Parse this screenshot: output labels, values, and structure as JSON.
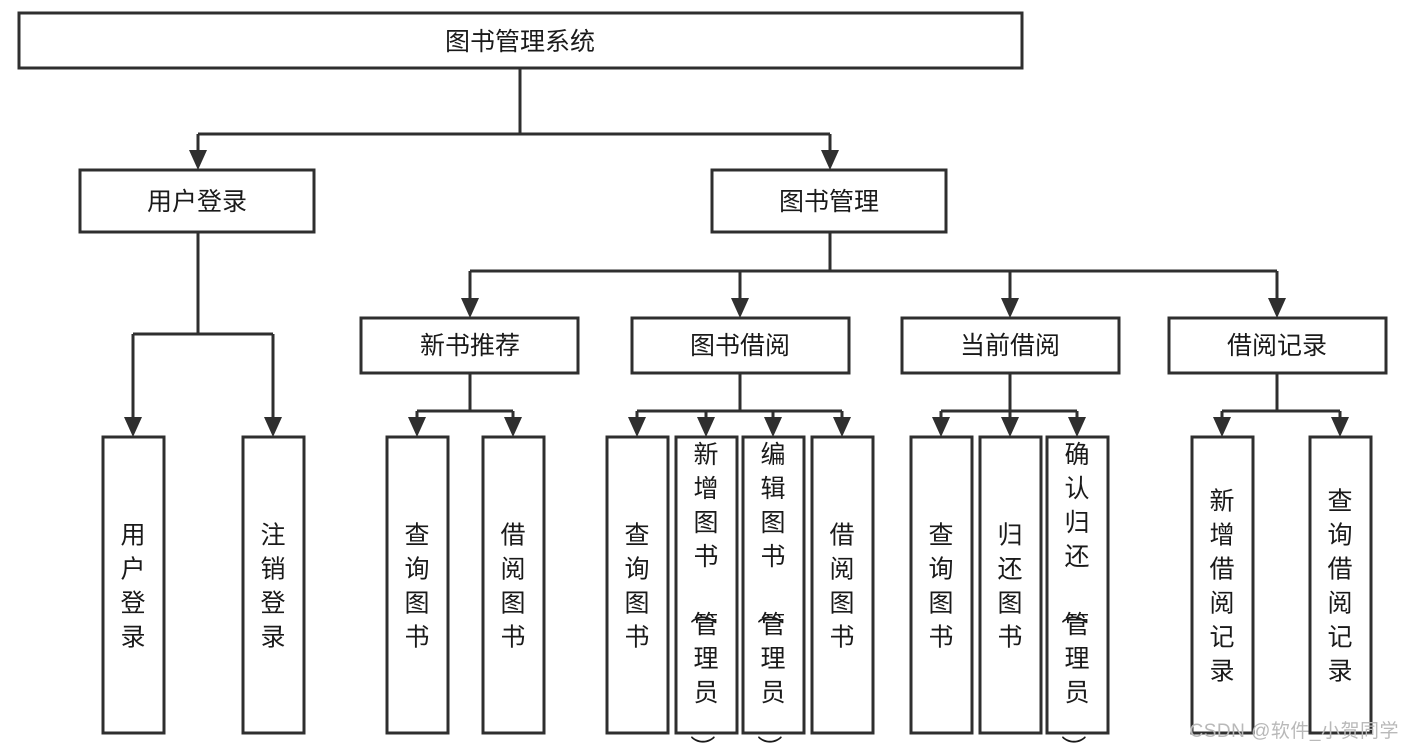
{
  "diagram": {
    "title": "图书管理系统",
    "type": "tree",
    "watermark": "CSDN @软件_小贺同学",
    "colors": {
      "stroke": "#2f2f2f",
      "fill": "#ffffff",
      "text": "#1a1a1a",
      "watermark": "#b9b9b9"
    },
    "nodes": {
      "root": {
        "label": "图书管理系统"
      },
      "level2": [
        {
          "id": "user-login",
          "label": "用户登录"
        },
        {
          "id": "book-manage",
          "label": "图书管理"
        }
      ],
      "level3": [
        {
          "id": "new-book-recommend",
          "label": "新书推荐"
        },
        {
          "id": "book-borrow",
          "label": "图书借阅"
        },
        {
          "id": "current-borrow",
          "label": "当前借阅"
        },
        {
          "id": "borrow-record",
          "label": "借阅记录"
        }
      ],
      "leaves": {
        "user-login": [
          {
            "id": "leaf-user-login",
            "label": "用户登录"
          },
          {
            "id": "leaf-logout",
            "label": "注销登录"
          }
        ],
        "new-book-recommend": [
          {
            "id": "leaf-query-book-1",
            "label": "查询图书"
          },
          {
            "id": "leaf-borrow-book-1",
            "label": "借阅图书"
          }
        ],
        "book-borrow": [
          {
            "id": "leaf-query-book-2",
            "label": "查询图书"
          },
          {
            "id": "leaf-add-book",
            "label": "新增图书（管理员）"
          },
          {
            "id": "leaf-edit-book",
            "label": "编辑图书（管理员）"
          },
          {
            "id": "leaf-borrow-book-2",
            "label": "借阅图书"
          }
        ],
        "current-borrow": [
          {
            "id": "leaf-query-book-3",
            "label": "查询图书"
          },
          {
            "id": "leaf-return-book",
            "label": "归还图书"
          },
          {
            "id": "leaf-confirm-return",
            "label": "确认归还（管理员）"
          }
        ],
        "borrow-record": [
          {
            "id": "leaf-add-record",
            "label": "新增借阅记录"
          },
          {
            "id": "leaf-query-record",
            "label": "查询借阅记录"
          }
        ]
      }
    }
  }
}
